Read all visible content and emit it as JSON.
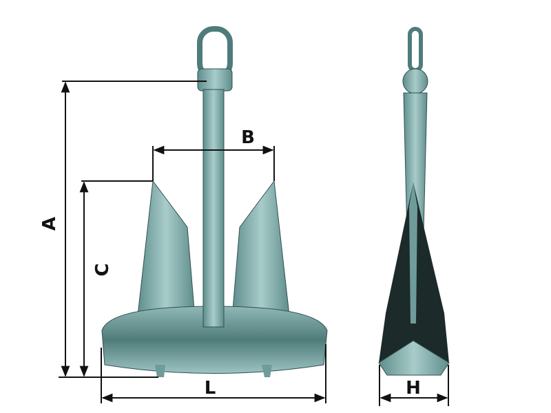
{
  "diagram": {
    "subject": "anchor",
    "colors": {
      "steel_light": "#9cc3c1",
      "steel_mid": "#6f9c9a",
      "steel_dark": "#2f4f4e",
      "fluke_dark": "#1c2a2a",
      "line": "#111111"
    },
    "dimensions": {
      "a": "A",
      "b": "B",
      "c": "C",
      "l": "L",
      "h": "H"
    }
  }
}
